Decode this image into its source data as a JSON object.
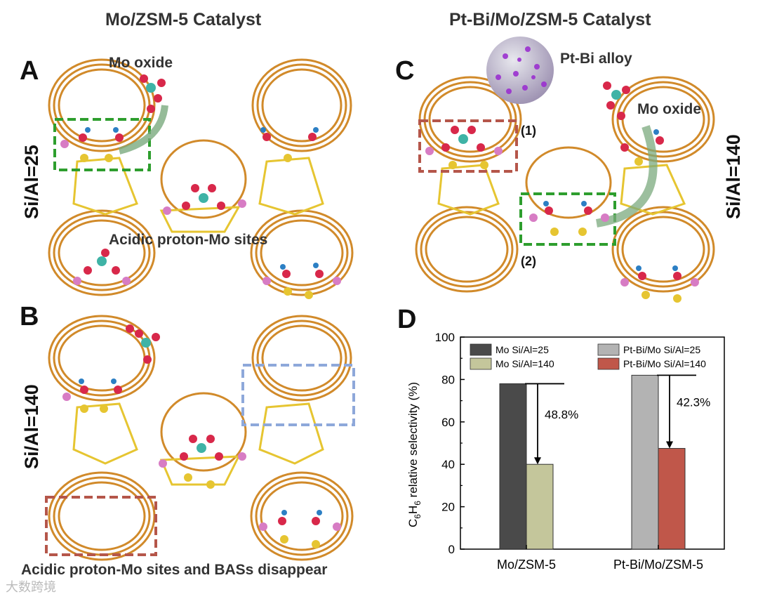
{
  "titles": {
    "left": "Mo/ZSM-5 Catalyst",
    "right": "Pt-Bi/Mo/ZSM-5 Catalyst"
  },
  "panels": {
    "a": {
      "letter": "A",
      "ratio": "Si/Al=25",
      "top_label": "Mo oxide",
      "bottom_label": "Acidic proton-Mo sites"
    },
    "b": {
      "letter": "B",
      "ratio": "Si/Al=140",
      "bottom_label": "Acidic proton-Mo sites and BASs disappear"
    },
    "c": {
      "letter": "C",
      "ratio": "Si/Al=140",
      "alloy_label": "Pt-Bi alloy",
      "mo_label": "Mo oxide",
      "site1": "(1)",
      "site2": "(2)"
    },
    "d": {
      "letter": "D"
    }
  },
  "watermark": "大数跨境",
  "colors": {
    "framework": "#D18A2A",
    "si_gold": "#E6C531",
    "oxygen": "#D8284A",
    "aluminum": "#D77CC4",
    "molybdenum": "#3FB3A6",
    "hydrogen": "#2C7FC4",
    "green_box": "#2E9E2E",
    "red_box": "#B5564A",
    "blue_box": "#8EA8DA"
  },
  "chart_data": {
    "type": "bar",
    "categories": [
      "Mo/ZSM-5",
      "Pt-Bi/Mo/ZSM-5"
    ],
    "series": [
      {
        "name": "Mo Si/Al=25",
        "values": [
          78,
          null
        ],
        "color": "#4a4a4a"
      },
      {
        "name": "Mo Si/Al=140",
        "values": [
          40,
          null
        ],
        "color": "#c4c69b"
      },
      {
        "name": "Pt-Bi/Mo Si/Al=25",
        "values": [
          null,
          82
        ],
        "color": "#b3b3b3"
      },
      {
        "name": "Pt-Bi/Mo Si/Al=140",
        "values": [
          null,
          47.5
        ],
        "color": "#c0574a"
      }
    ],
    "annotations": [
      "48.8%",
      "42.3%"
    ],
    "ylabel": "C6H6 relative selectivity (%)",
    "ylabel_parts": {
      "a": "C",
      "b": "6",
      "c": "H",
      "d": "6",
      "e": " relative selectivity (%)"
    },
    "ylim": [
      0,
      100
    ],
    "yticks": [
      "0",
      "20",
      "40",
      "60",
      "80",
      "100"
    ],
    "legend_position": "top"
  }
}
